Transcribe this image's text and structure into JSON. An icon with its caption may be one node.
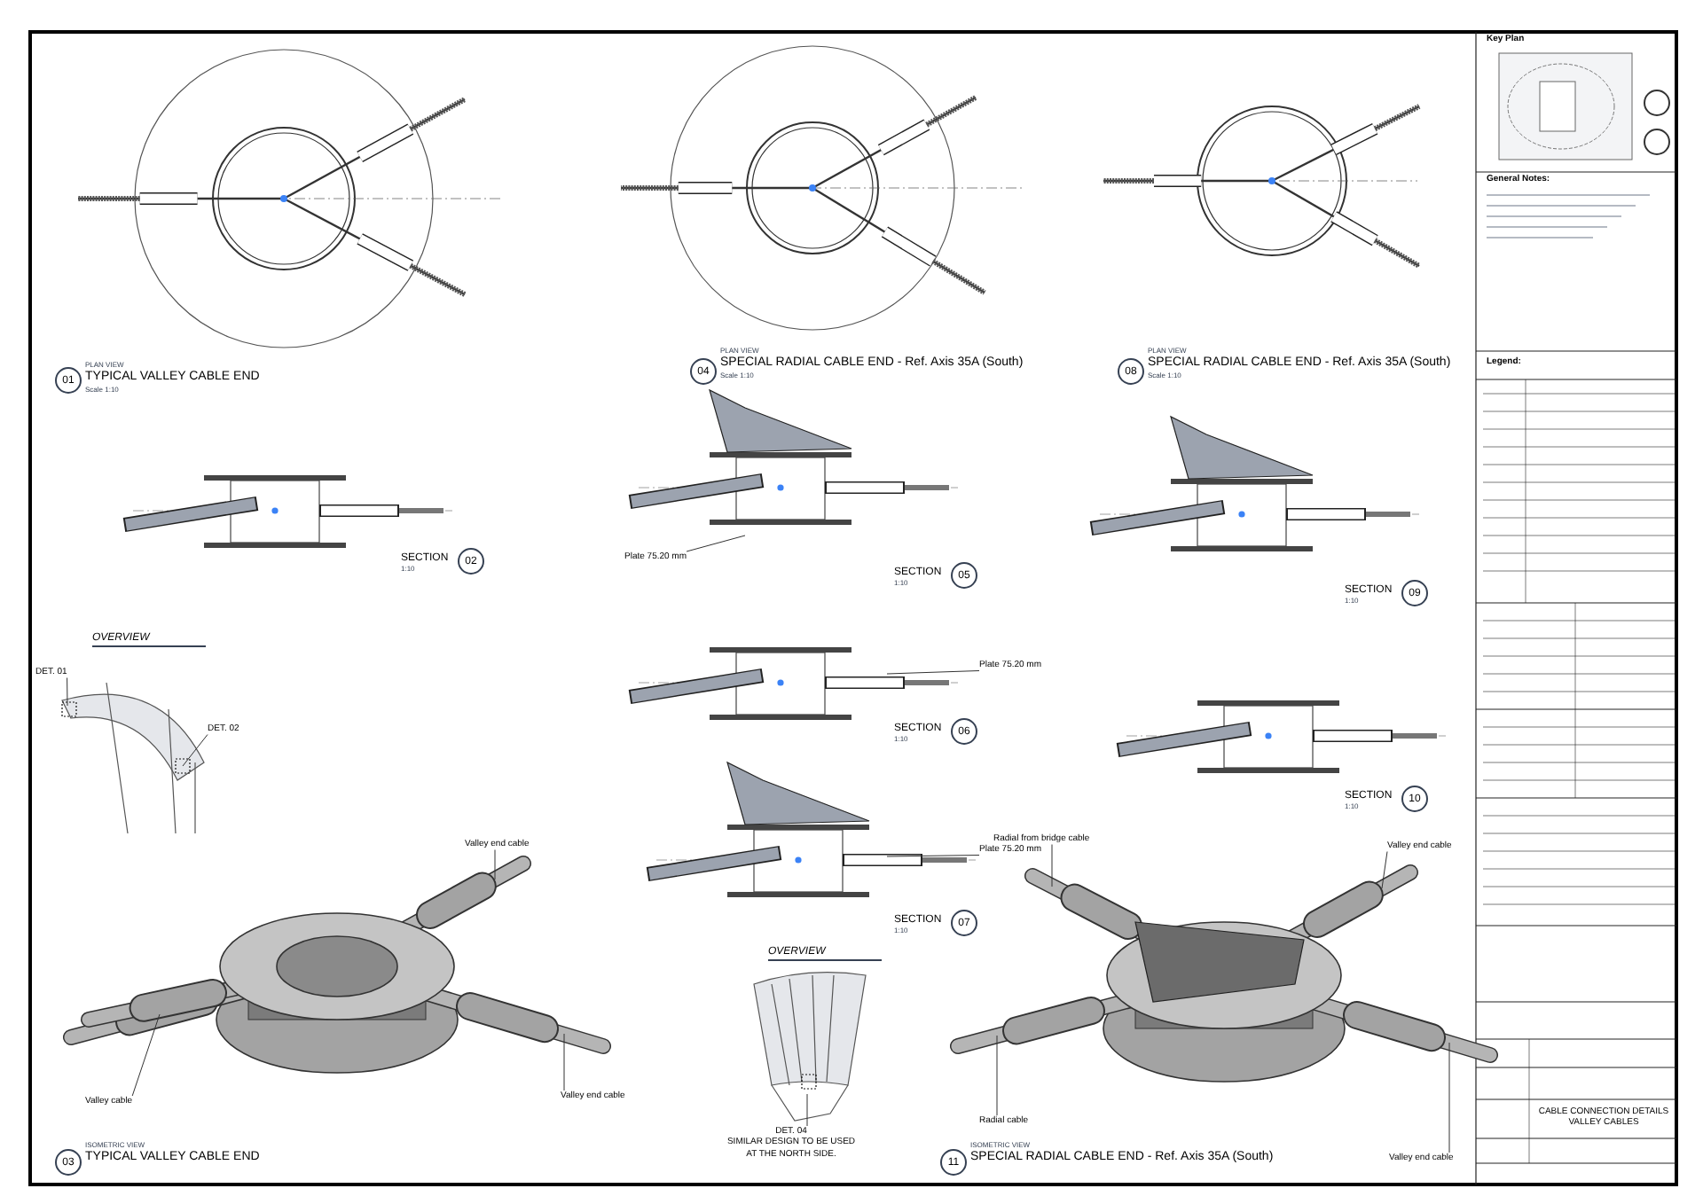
{
  "diagram": {
    "nodes": [
      {
        "text": [
          "DET. 01"
        ]
      },
      {
        "text": [
          "DET. 02"
        ]
      },
      {
        "text": [
          "Plate 75.20 mm"
        ]
      },
      {
        "text": [
          "Plate 75.20 mm"
        ]
      },
      {
        "text": [
          "Plate 75.20 mm"
        ]
      },
      {
        "text": [
          "Valley end cable"
        ]
      },
      {
        "text": [
          "Valley cable"
        ]
      },
      {
        "text": [
          "Valley end cable"
        ]
      },
      {
        "text": [
          "DET. 04",
          "SIMILAR DESIGN TO BE USED AT THE NORTH SIDE."
        ]
      },
      {
        "text": [
          "Radial from bridge cable"
        ]
      },
      {
        "text": [
          "Valley end cable"
        ]
      },
      {
        "text": [
          "Radial cable"
        ]
      },
      {
        "text": [
          "Valley end cable"
        ]
      },
      {
        "text": [],
        "shape": "picture"
      },
      {
        "text": [],
        "shape": "picture"
      },
      {
        "text": [],
        "shape": "picture"
      },
      {
        "text": [],
        "shape": "picture"
      },
      {
        "text": [],
        "shape": "picture"
      },
      {
        "text": [],
        "shape": "picture"
      },
      {
        "text": [],
        "shape": "picture"
      }
    ],
    "edges": [
      {
        "from": 0,
        "to": 15,
        "arrow": "none"
      },
      {
        "from": 1,
        "to": 15,
        "arrow": "none"
      },
      {
        "from": 2,
        "to": 17,
        "arrow": "none"
      },
      {
        "from": 3,
        "to": 18,
        "arrow": "none"
      },
      {
        "from": 4,
        "to": 19,
        "arrow": "none"
      },
      {
        "from": 5,
        "to": 13,
        "arrow": "none"
      },
      {
        "from": 6,
        "to": 13,
        "arrow": "none"
      },
      {
        "from": 7,
        "to": 13,
        "arrow": "none"
      },
      {
        "from": 8,
        "to": 16,
        "arrow": "none"
      },
      {
        "from": 9,
        "to": 14,
        "arrow": "none"
      },
      {
        "from": 10,
        "to": 14,
        "arrow": "none"
      },
      {
        "from": 11,
        "to": 14,
        "arrow": "none"
      },
      {
        "from": 12,
        "to": 14,
        "arrow": "none"
      }
    ],
    "labels": [
      "PLAN VIEW",
      "01",
      "TYPICAL VALLEY CABLE END",
      "Scale 1:10",
      "PLAN VIEW",
      "04",
      "SPECIAL RADIAL CABLE END - Ref. Axis 35A (South)",
      "Scale 1:10",
      "PLAN VIEW",
      "08",
      "SPECIAL RADIAL CABLE END - Ref. Axis 35A (South)",
      "Scale 1:10",
      "SECTION",
      "02",
      "1:10",
      "SECTION",
      "05",
      "1:10",
      "SECTION",
      "09",
      "1:10",
      "OVERVIEW",
      "SECTION",
      "06",
      "1:10",
      "SECTION",
      "10",
      "1:10",
      "SECTION",
      "07",
      "1:10",
      "OVERVIEW",
      "ISOMETRIC VIEW",
      "03",
      "TYPICAL VALLEY CABLE END",
      "ISOMETRIC VIEW",
      "11",
      "SPECIAL RADIAL CABLE END - Ref. Axis 35A (South)",
      "Key Plan",
      "General Notes:",
      "Legend:",
      "CABLE CONNECTION DETAILS VALLEY CABLES"
    ]
  }
}
